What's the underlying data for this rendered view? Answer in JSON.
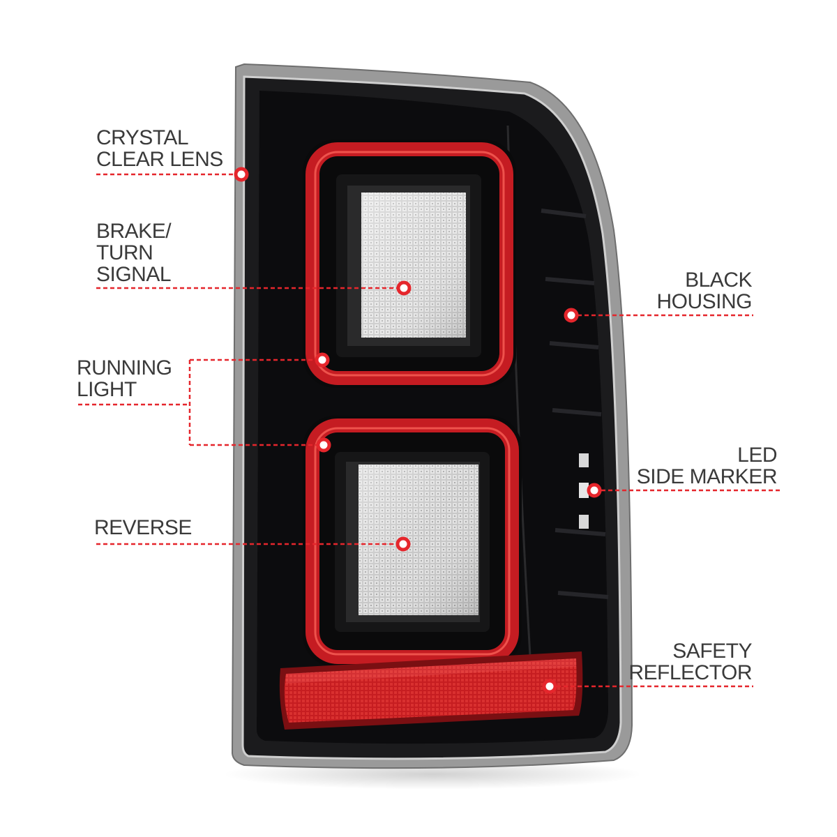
{
  "diagram": {
    "colors": {
      "accent": "#e5262c",
      "housing": "#0d0d0f",
      "lens_clear": "#d4d4d4",
      "reflector": "#c41a1e",
      "label_text": "#3a3a3a"
    },
    "callouts": [
      {
        "id": "crystal-clear-lens",
        "lines": [
          "CRYSTAL",
          "CLEAR LENS"
        ]
      },
      {
        "id": "brake-turn-signal",
        "lines": [
          "BRAKE/",
          "TURN",
          "SIGNAL"
        ]
      },
      {
        "id": "running-light",
        "lines": [
          "RUNNING",
          "LIGHT"
        ]
      },
      {
        "id": "reverse",
        "lines": [
          "REVERSE"
        ]
      },
      {
        "id": "black-housing",
        "lines": [
          "BLACK",
          "HOUSING"
        ]
      },
      {
        "id": "led-side-marker",
        "lines": [
          "LED",
          "SIDE MARKER"
        ]
      },
      {
        "id": "safety-reflector",
        "lines": [
          "SAFETY",
          "REFLECTOR"
        ]
      }
    ]
  }
}
